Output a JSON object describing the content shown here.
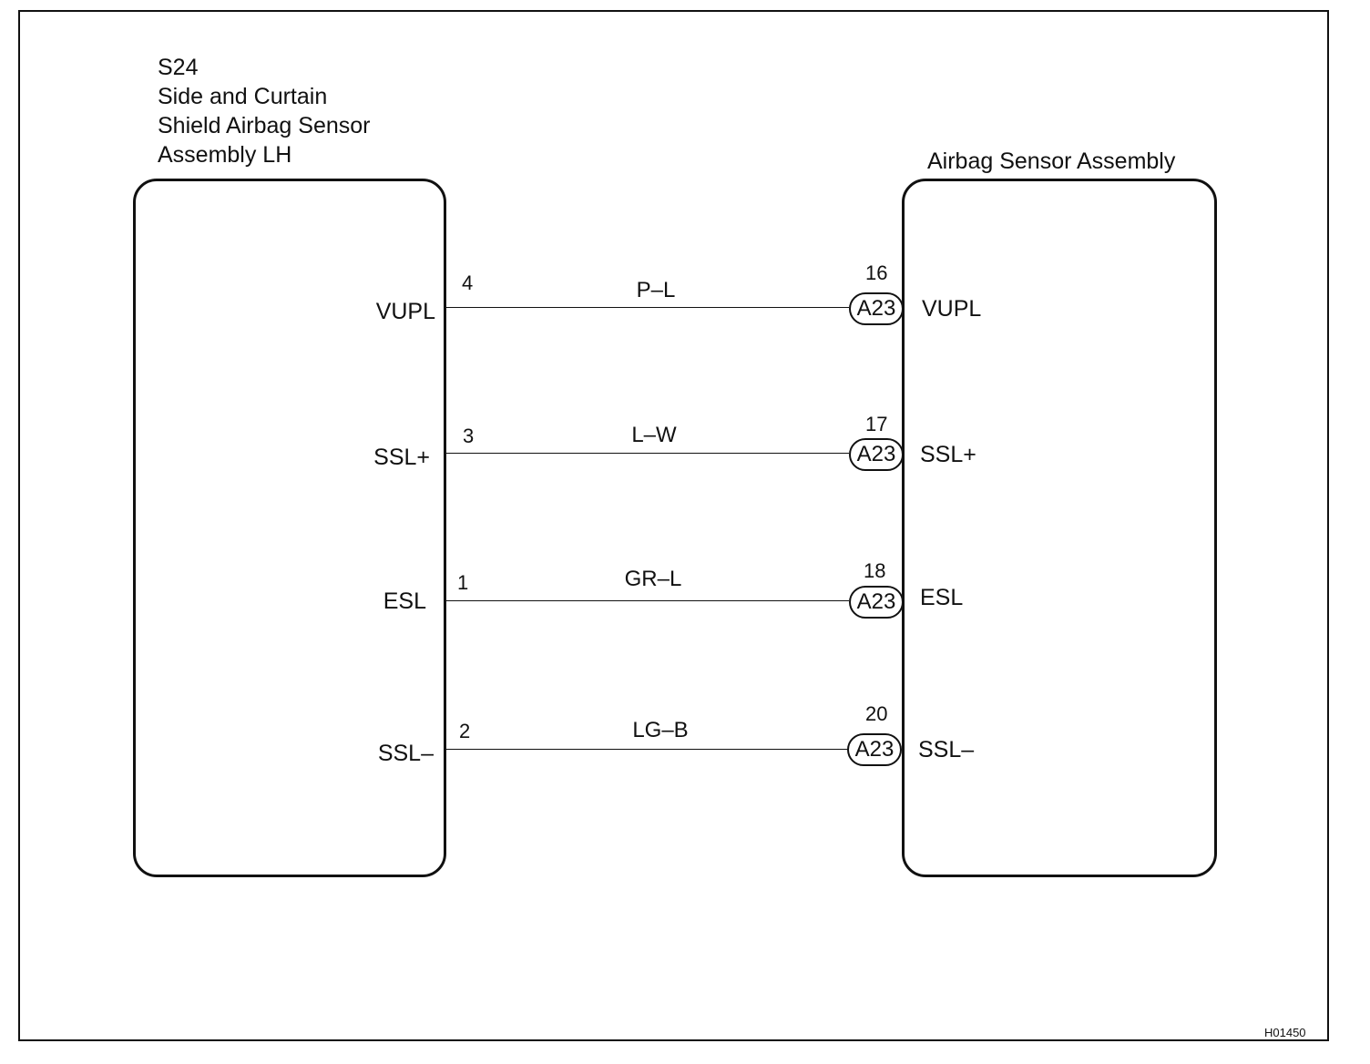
{
  "left_component": {
    "title_lines": [
      "S24",
      "Side and Curtain",
      "Shield Airbag Sensor",
      "Assembly LH"
    ]
  },
  "right_component": {
    "title": "Airbag Sensor Assembly"
  },
  "wires": [
    {
      "left_pin_name": "VUPL",
      "left_pin_num": "4",
      "wire_color": "P–L",
      "connector": "A23",
      "right_pin_num": "16",
      "right_pin_name": "VUPL"
    },
    {
      "left_pin_name": "SSL+",
      "left_pin_num": "3",
      "wire_color": "L–W",
      "connector": "A23",
      "right_pin_num": "17",
      "right_pin_name": "SSL+"
    },
    {
      "left_pin_name": "ESL",
      "left_pin_num": "1",
      "wire_color": "GR–L",
      "connector": "A23",
      "right_pin_num": "18",
      "right_pin_name": "ESL"
    },
    {
      "left_pin_name": "SSL–",
      "left_pin_num": "2",
      "wire_color": "LG–B",
      "connector": "A23",
      "right_pin_num": "20",
      "right_pin_name": "SSL–"
    }
  ],
  "diagram_id": "H01450"
}
